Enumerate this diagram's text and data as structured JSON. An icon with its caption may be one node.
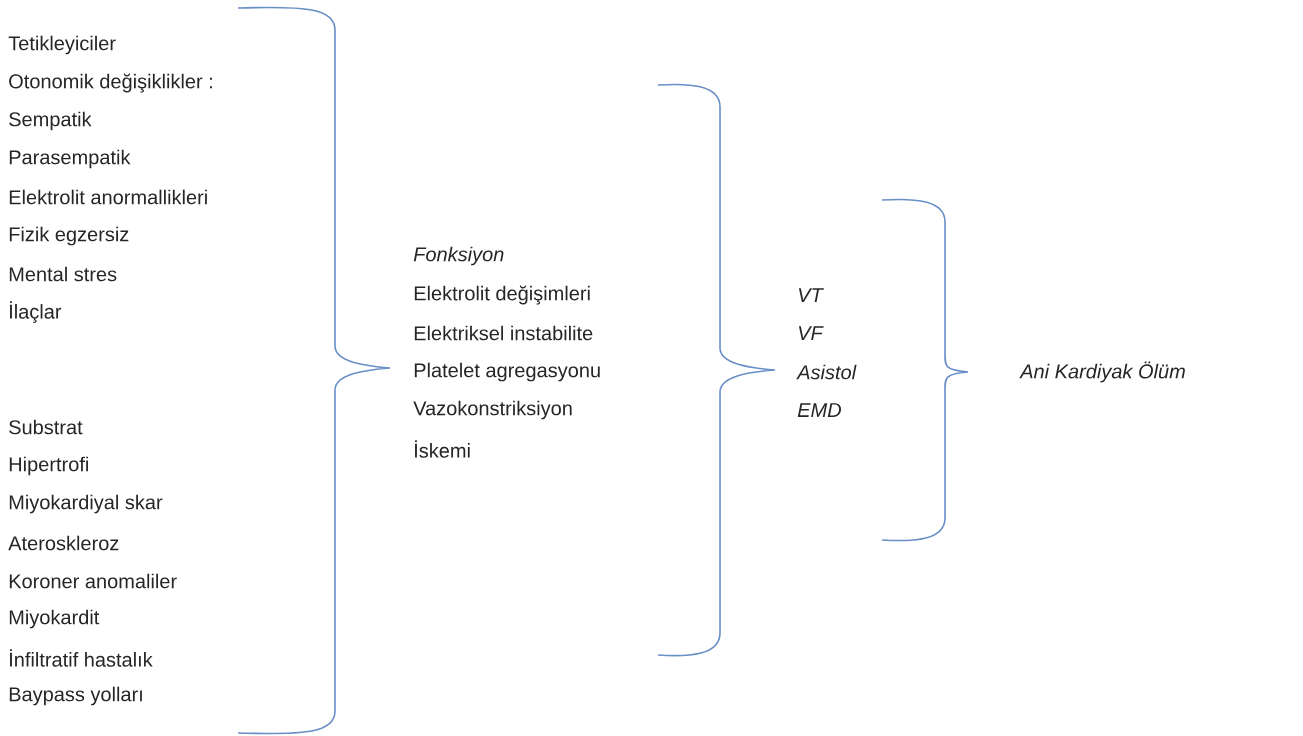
{
  "diagram": {
    "labels": [
      "Tetikleyiciler",
      "Otonomik değişiklikler :",
      "Sempatik",
      "Parasempatik",
      "Elektrolit anormallikleri",
      "Fizik egzersiz",
      "Mental stres",
      "İlaçlar",
      "Substrat",
      "Hipertrofi",
      "Miyokardiyal skar",
      "Ateroskleroz",
      "Koroner anomaliler",
      "Miyokardit",
      "İnfiltratif hastalık",
      "Baypass yolları",
      "Fonksiyon",
      "Elektrolit değişimleri",
      "Elektriksel instabilite",
      "Platelet agregasyonu",
      "Vazokonstriksiyon",
      "İskemi",
      "VT",
      "VF",
      "Asistol",
      "EMD",
      "Ani Kardiyak Ölüm"
    ]
  }
}
